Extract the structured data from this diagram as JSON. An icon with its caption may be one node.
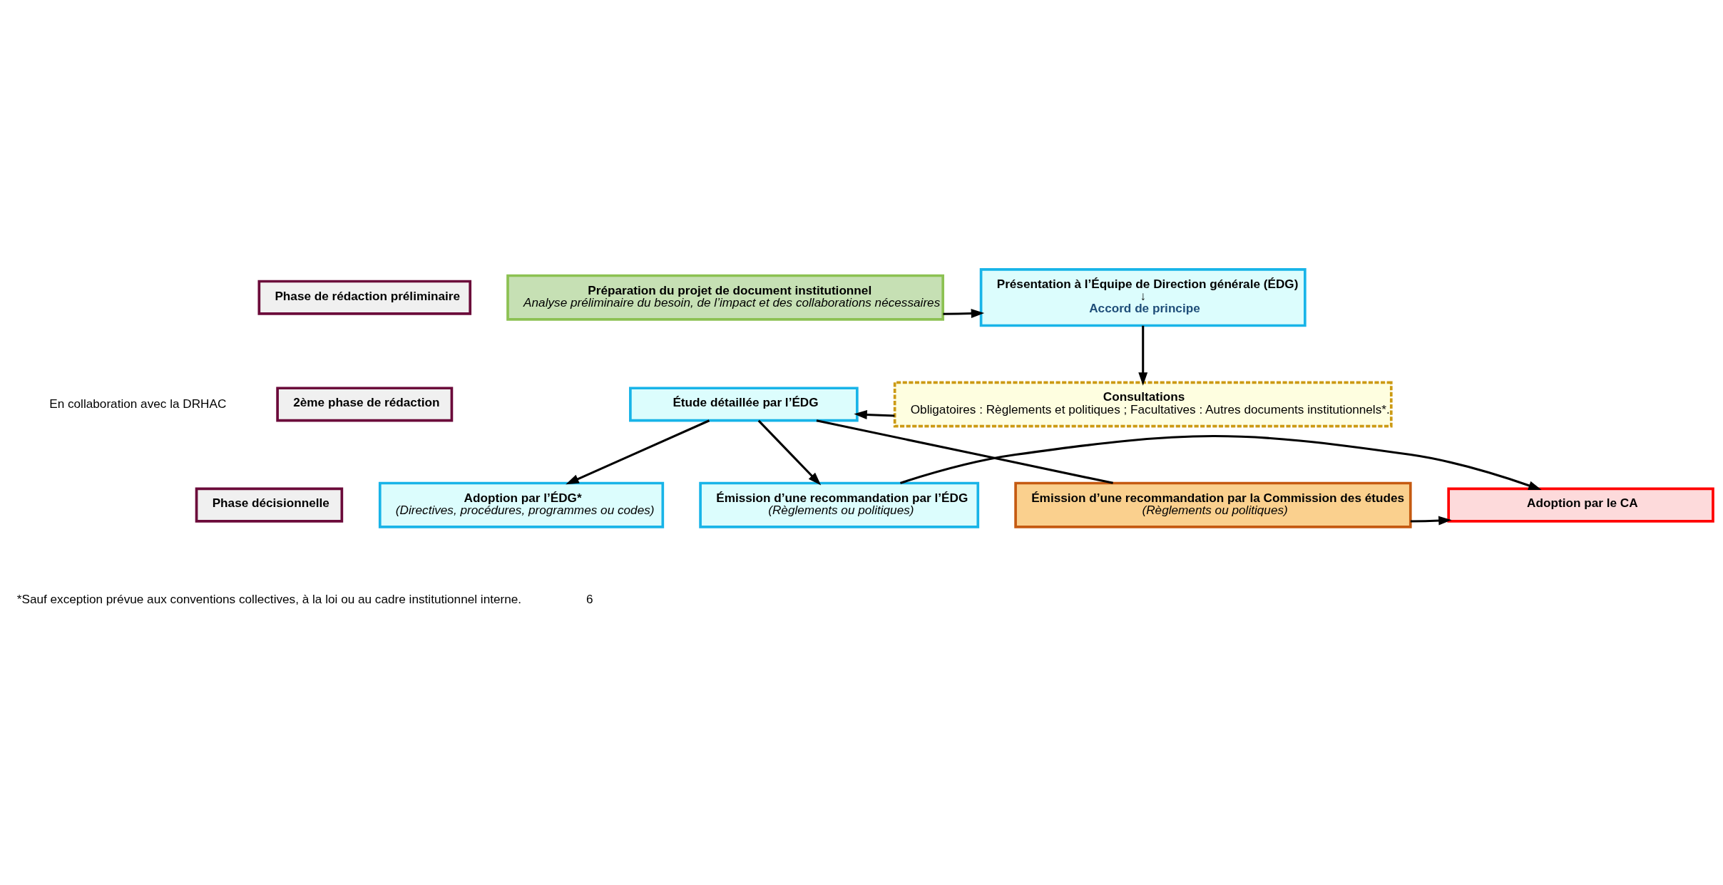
{
  "diagram": {
    "nodes": [
      {
        "text": [
          "Phase de rédaction préliminaire"
        ]
      },
      {
        "text": [
          "Préparation du projet de document institutionnel",
          "Analyse préliminaire du besoin, de l’impact et des collaborations nécessaires"
        ]
      },
      {
        "text": [
          "Présentation à l’Équipe de Direction générale (ÉDG)",
          "↓",
          "Accord de principe"
        ]
      },
      {
        "text": [
          "2ème phase de rédaction"
        ]
      },
      {
        "text": [
          "Étude détaillée par l’ÉDG"
        ]
      },
      {
        "text": [
          "Consultations",
          "Obligatoires : Règlements et politiques ; Facultatives : Autres documents institutionnels*."
        ]
      },
      {
        "text": [
          "Phase décisionnelle"
        ]
      },
      {
        "text": [
          "Adoption par l’ÉDG*",
          "(Directives, procédures, programmes ou codes)"
        ]
      },
      {
        "text": [
          "Émission d’une recommandation par l’ÉDG",
          "(Règlements ou politiques)"
        ]
      },
      {
        "text": [
          "Émission d’une recommandation par la Commission des études",
          "(Règlements ou politiques)"
        ]
      },
      {
        "text": [
          "Adoption par le CA"
        ]
      }
    ],
    "edges": [
      {
        "from": 1,
        "to": 2,
        "arrow": "to"
      },
      {
        "from": 2,
        "to": 5,
        "arrow": "to"
      },
      {
        "from": 5,
        "to": 4,
        "arrow": "to"
      },
      {
        "from": 4,
        "to": 8,
        "arrow": "to"
      },
      {
        "from": 4,
        "to": 7,
        "arrow": "to"
      },
      {
        "from": 4,
        "to": 9,
        "arrow": "none"
      },
      {
        "from": 8,
        "to": 10,
        "arrow": "to"
      },
      {
        "from": 9,
        "to": 10,
        "arrow": "to"
      }
    ],
    "labels": [
      "En collaboration avec la DRHAC",
      "*Sauf exception prévue aux conventions collectives, à la loi ou au cadre institutionnel interne.",
      "6"
    ]
  }
}
